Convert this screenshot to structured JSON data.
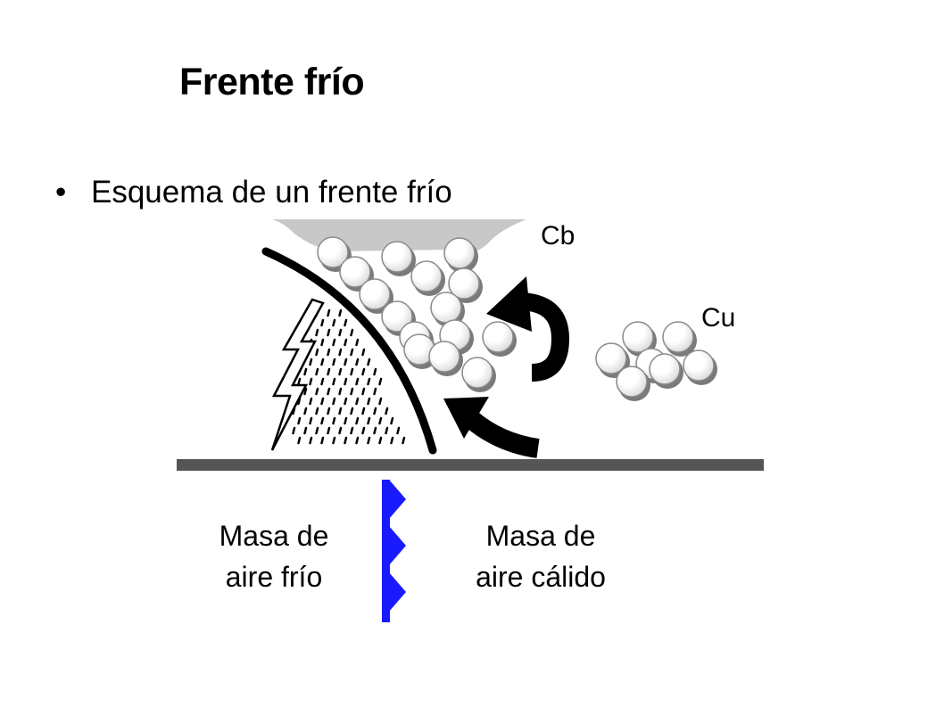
{
  "title": "Frente frío",
  "bullet": {
    "marker": "•",
    "text": "Esquema de un frente frío"
  },
  "diagram": {
    "cloud_labels": {
      "cumulonimbus": "Cb",
      "cumulus": "Cu"
    },
    "air_masses": {
      "cold": [
        "Masa de",
        "aire frío"
      ],
      "warm": [
        "Masa de",
        "aire cálido"
      ]
    },
    "colors": {
      "front_symbol": "#1a1aff",
      "ground": "#555555",
      "anvil": "#c8c8c8",
      "cloud_ball": "#7a7a7a"
    },
    "icons": [
      "lightning-icon",
      "rain-streaks",
      "cloud-circles",
      "rotation-arrow",
      "warm-air-arrow",
      "cold-front-symbol"
    ]
  }
}
